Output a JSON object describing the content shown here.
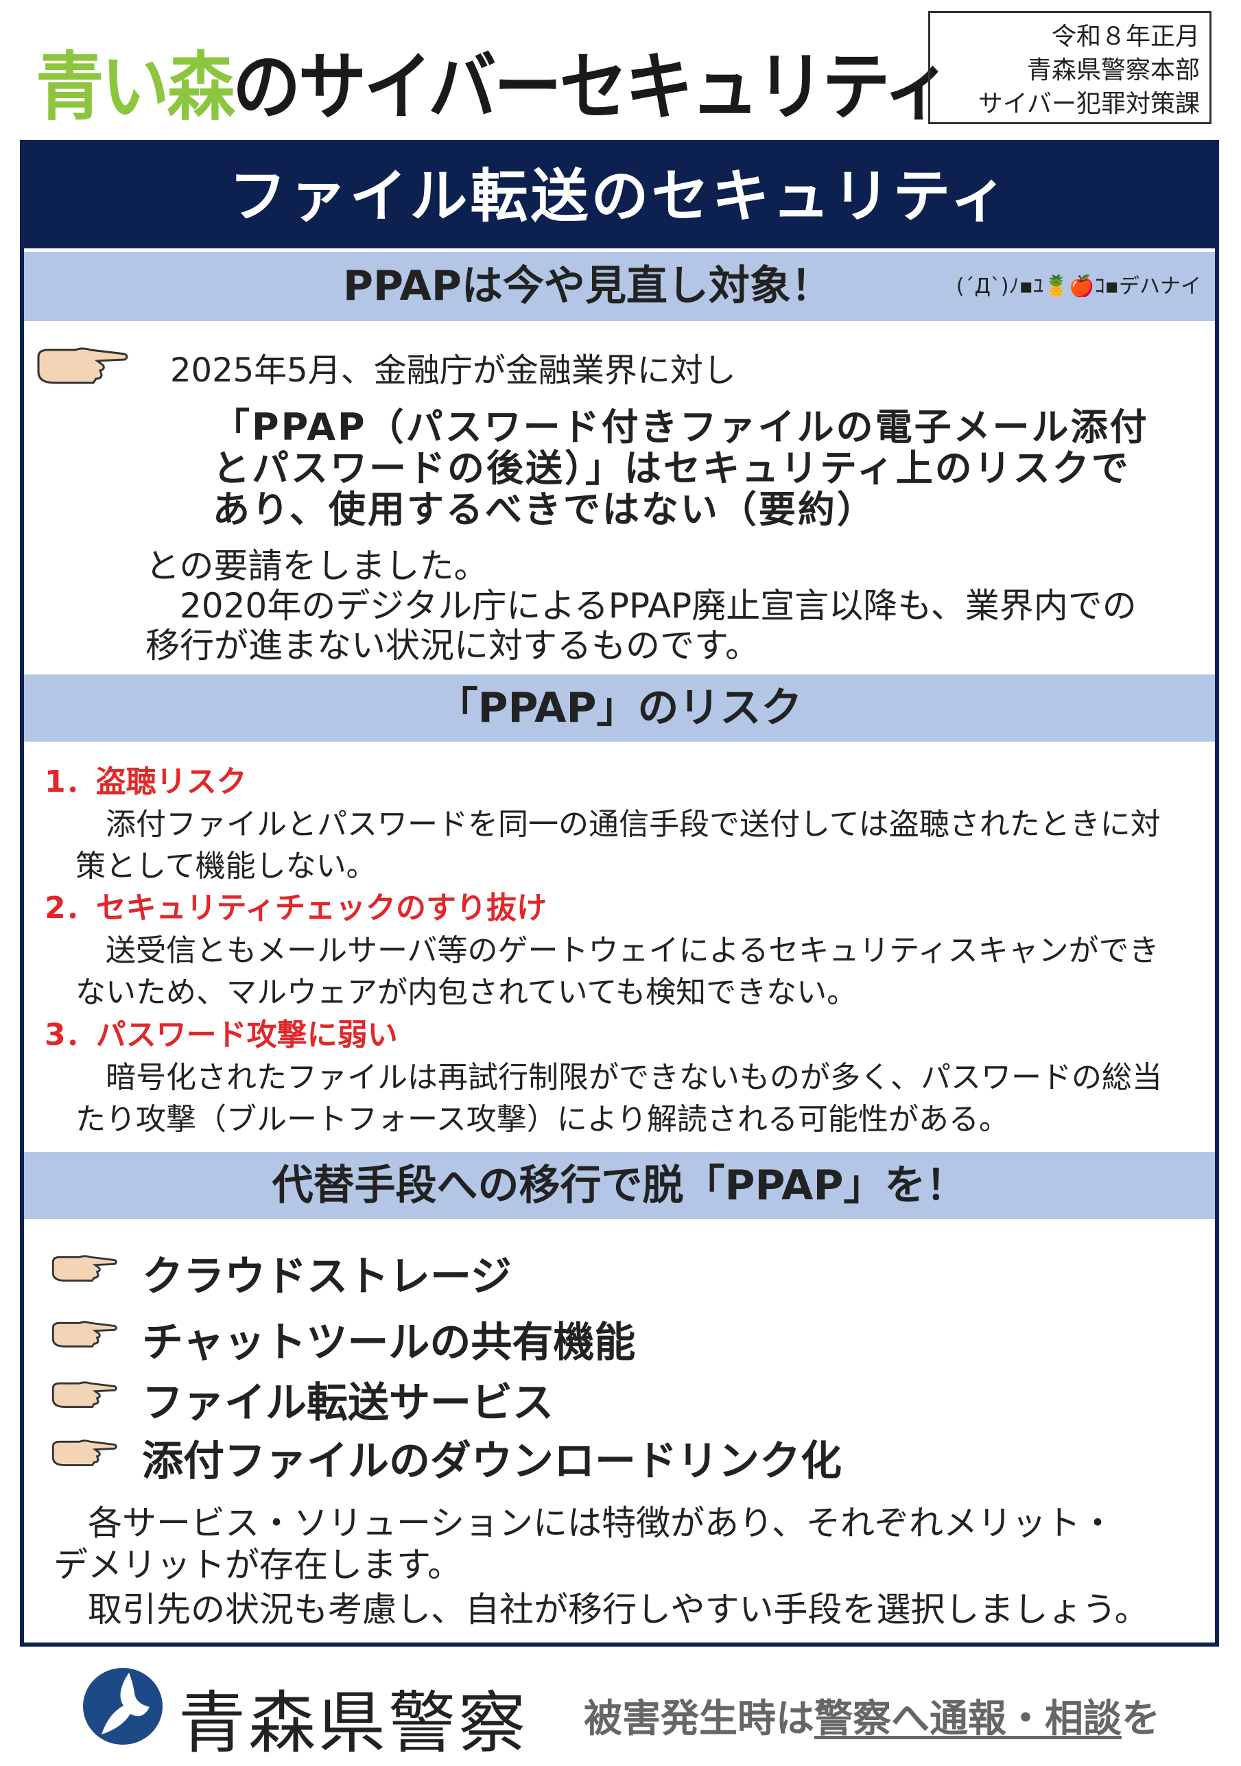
{
  "header": {
    "brand_green": "青い森",
    "brand_black": "のサイバーセキュリティ",
    "issuer": [
      "令和８年正月",
      "青森県警察本部",
      "サイバー犯罪対策課"
    ]
  },
  "title": "ファイル転送のセキュリティ",
  "section1": {
    "heading": "PPAPは今や見直し対象！",
    "kaomoji": "(´Д`)ﾉ▪︎ﾕ🍍🍎ｺ▪︎デハナイ",
    "intro": "2025年5月、金融庁が金融業界に対し",
    "quote": [
      "「PPAP（パスワード付きファイルの電子メール添付",
      "とパスワードの後送）」はセキュリティ上のリスクで",
      "あり、使用するべきではない（要約）"
    ],
    "body": [
      "との要請をしました。",
      "　2020年のデジタル庁によるPPAP廃止宣言以降も、業界内での",
      "移行が進まない状況に対するものです。"
    ]
  },
  "section2": {
    "heading": "「PPAP」のリスク",
    "risks": [
      {
        "title": "1．盗聴リスク",
        "lines": [
          "　添付ファイルとパスワードを同一の通信手段で送付しては盗聴されたときに対",
          "策として機能しない。"
        ]
      },
      {
        "title": "2．セキュリティチェックのすり抜け",
        "lines": [
          "　送受信ともメールサーバ等のゲートウェイによるセキュリティスキャンができ",
          "ないため、マルウェアが内包されていても検知できない。"
        ]
      },
      {
        "title": "3．パスワード攻撃に弱い",
        "lines": [
          "　暗号化されたファイルは再試行制限ができないものが多く、パスワードの総当",
          "たり攻撃（ブルートフォース攻撃）により解読される可能性がある。"
        ]
      }
    ]
  },
  "section3": {
    "heading": "代替手段への移行で脱「PPAP」を！",
    "alternatives": [
      "クラウドストレージ",
      "チャットツールの共有機能",
      "ファイル転送サービス",
      "添付ファイルのダウンロードリンク化"
    ],
    "body": [
      "　各サービス・ソリューションには特徴があり、それぞれメリット・",
      "デメリットが存在します。",
      "　取引先の状況も考慮し、自社が移行しやすい手段を選択しましょう。"
    ]
  },
  "footer": {
    "police_name": "青森県警察",
    "tagline_plain": "被害発生時は",
    "tagline_underlined": "警察へ通報・相談",
    "tagline_end": "を"
  },
  "colors": {
    "navy": "#0c2150",
    "band": "#b3c6e6",
    "green": "#8cc63f",
    "red": "#e0282a"
  }
}
